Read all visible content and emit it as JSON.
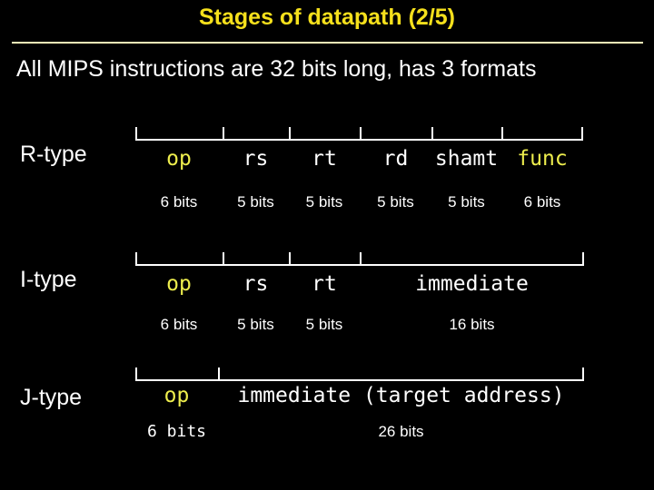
{
  "slide": {
    "title": "Stages of datapath (2/5)",
    "subtitle": "All MIPS instructions are 32 bits long, has 3 formats",
    "colors": {
      "background": "#000000",
      "title": "#f5e01c",
      "rule": "#f7f2b8",
      "body_text": "#ffffff",
      "field_accent": "#eded4d"
    }
  },
  "formats": [
    {
      "label": "R-type",
      "boundaries": [
        149,
        245,
        318,
        396,
        475,
        552,
        642
      ],
      "fields": [
        {
          "name": "op",
          "accent": true,
          "bits": "6 bits"
        },
        {
          "name": "rs",
          "accent": false,
          "bits": "5 bits"
        },
        {
          "name": "rt",
          "accent": false,
          "bits": "5 bits"
        },
        {
          "name": "rd",
          "accent": false,
          "bits": "5 bits"
        },
        {
          "name": "shamt",
          "accent": false,
          "bits": "5 bits"
        },
        {
          "name": "func",
          "accent": true,
          "bits": "6 bits"
        }
      ]
    },
    {
      "label": "I-type",
      "boundaries": [
        149,
        245,
        318,
        396,
        643
      ],
      "fields": [
        {
          "name": "op",
          "accent": true,
          "bits": "6 bits"
        },
        {
          "name": "rs",
          "accent": false,
          "bits": "5 bits"
        },
        {
          "name": "rt",
          "accent": false,
          "bits": "5 bits"
        },
        {
          "name": "immediate",
          "accent": false,
          "bits": "16 bits"
        }
      ]
    },
    {
      "label": "J-type",
      "boundaries": [
        149,
        240,
        643
      ],
      "fields": [
        {
          "name": "op",
          "accent": true,
          "bits": "6 bits",
          "bits_mono": true
        },
        {
          "name": "immediate (target address)",
          "accent": false,
          "bits": "26 bits"
        }
      ]
    }
  ]
}
